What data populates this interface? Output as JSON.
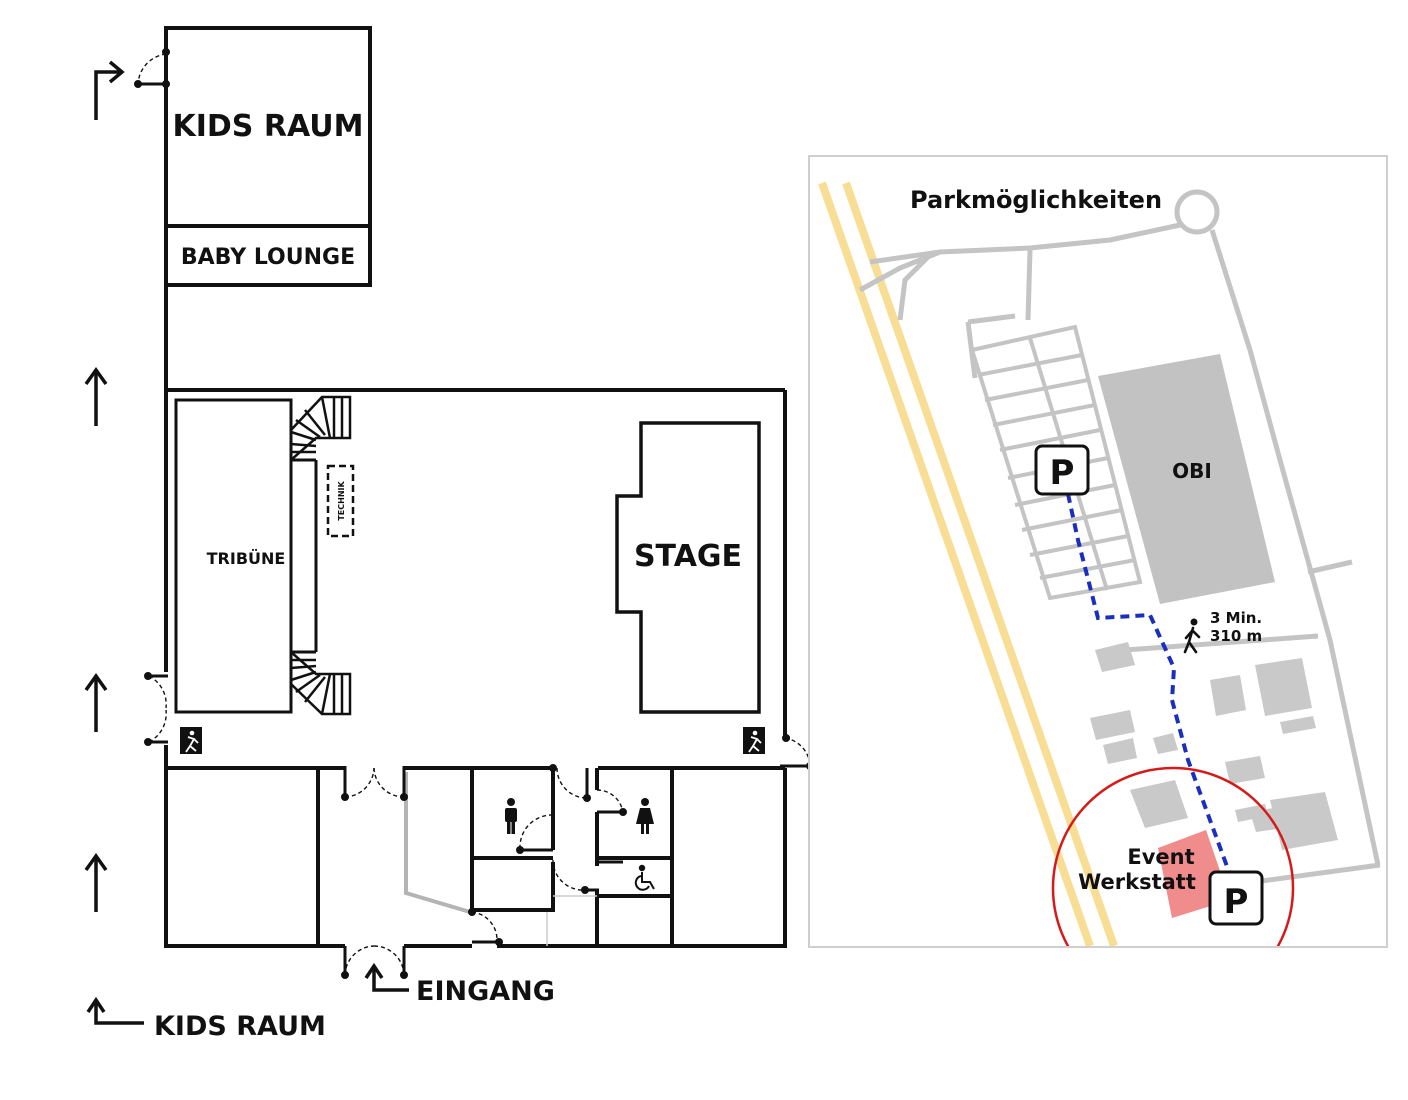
{
  "floor_plan": {
    "rooms": {
      "kids_raum": "KIDS RAUM",
      "baby_lounge": "BABY LOUNGE",
      "tribune": "TRIBÜNE",
      "technik": "TECHNIK",
      "stage": "STAGE"
    },
    "entrance_label": "EINGANG",
    "kids_raum_direction_label": "KIDS RAUM",
    "icons": [
      "emergency-exit-icon",
      "male-restroom-icon",
      "female-restroom-icon",
      "wheelchair-icon",
      "arrow-up-icon"
    ]
  },
  "parking_map": {
    "title": "Parkmöglichkeiten",
    "store_label": "OBI",
    "parking_symbol": "P",
    "walk_time": "3 Min.",
    "walk_distance": "310 m",
    "venue_line1": "Event",
    "venue_line2": "Werkstatt",
    "colors": {
      "road_main": "#f8dd95",
      "road_minor": "#c4c4c4",
      "building": "#c9c9c9",
      "store": "#c2c2c2",
      "route": "#1b2fbf",
      "radius": "#d61a1a",
      "venue": "#f08c8c"
    }
  }
}
